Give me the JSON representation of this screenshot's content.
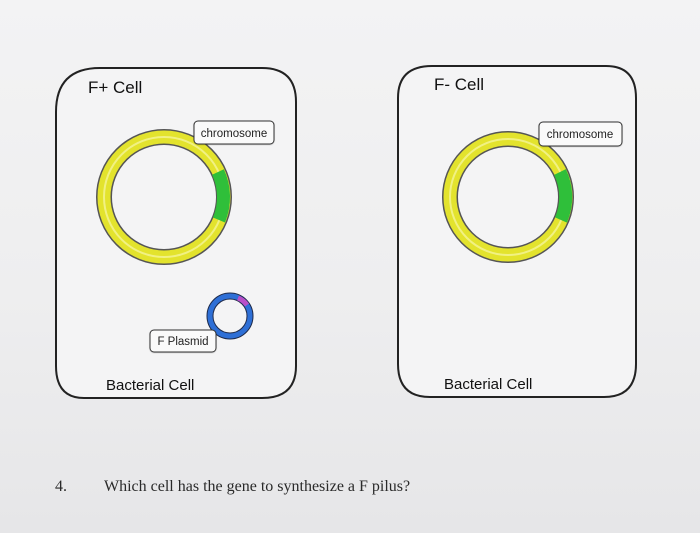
{
  "cells": [
    {
      "title": "F+ Cell",
      "footer": "Bacterial Cell",
      "chromosome_label": "chromosome",
      "plasmid_label": "F Plasmid"
    },
    {
      "title": "F- Cell",
      "footer": "Bacterial Cell",
      "chromosome_label": "chromosome"
    }
  ],
  "question": {
    "number": "4.",
    "text": "Which cell has the gene to synthesize a F pilus?"
  },
  "colors": {
    "chromosome": "#e3e32d",
    "gene_segment": "#2fbf3a",
    "plasmid": "#2e6fd6",
    "plasmid_segment": "#b94fc8",
    "outline": "#222222"
  }
}
